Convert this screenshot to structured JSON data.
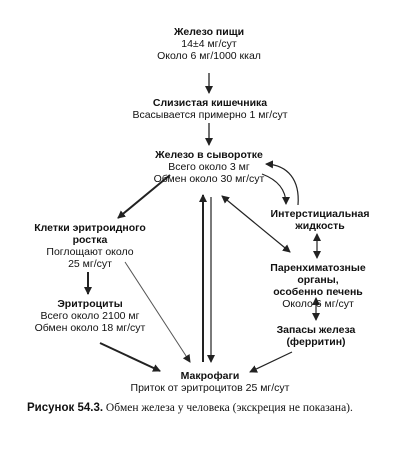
{
  "nodes": {
    "dietary_iron": {
      "title": "Железо пищи",
      "lines": [
        "14±4 мг/сут",
        "Около 6 мг/1000 ккал"
      ]
    },
    "intestinal_mucosa": {
      "title": "Слизистая кишечника",
      "lines": [
        "Всасывается примерно 1 мг/сут"
      ]
    },
    "serum_iron": {
      "title": "Железо в сыворотке",
      "lines": [
        "Всего около 3 мг",
        "Обмен около 30 мг/сут"
      ]
    },
    "interstitial_fluid": {
      "title_lines": [
        "Интерстициальная",
        "жидкость"
      ]
    },
    "erythroid_cells": {
      "title_lines": [
        "Клетки эритроидного",
        "ростка"
      ],
      "lines": [
        "Поглощают около",
        "25 мг/сут"
      ]
    },
    "parenchymal_organs": {
      "title_lines": [
        "Паренхиматозные органы,",
        "особенно печень"
      ],
      "lines": [
        "Около 6 мг/сут"
      ]
    },
    "erythrocytes": {
      "title": "Эритроциты",
      "lines": [
        "Всего около 2100 мг",
        "Обмен около 18 мг/сут"
      ]
    },
    "iron_stores": {
      "title_lines": [
        "Запасы железа",
        "(ферритин)"
      ]
    },
    "macrophages": {
      "title": "Макрофаги",
      "lines": [
        "Приток от эритроцитов 25 мг/сут"
      ]
    }
  },
  "caption": {
    "label": "Рисунок 54.3.",
    "text": " Обмен железа у человека (экскреция не показана)."
  }
}
